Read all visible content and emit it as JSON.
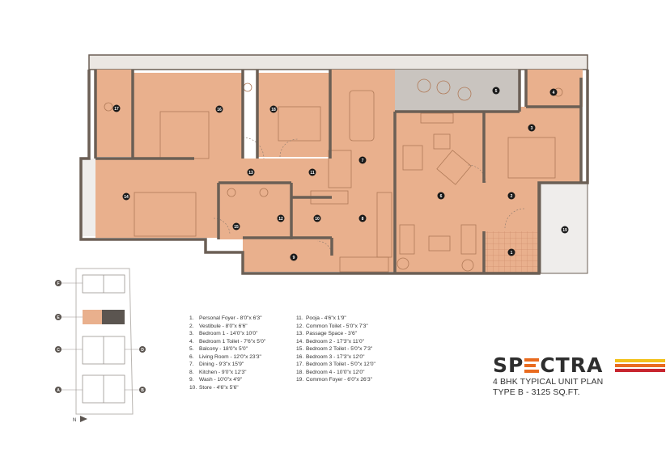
{
  "plan": {
    "room_markers": [
      "1",
      "2",
      "3",
      "4",
      "5",
      "6",
      "7",
      "8",
      "9",
      "10",
      "11",
      "12",
      "13",
      "14",
      "15",
      "16",
      "17",
      "18",
      "19"
    ]
  },
  "legend": {
    "items": [
      {
        "n": "1.",
        "text": "Personal Foyer - 8'0\"x 6'3\""
      },
      {
        "n": "2.",
        "text": "Vestibule - 8'0\"x 6'6\""
      },
      {
        "n": "3.",
        "text": "Bedroom 1 - 14'0\"x 10'0\""
      },
      {
        "n": "4.",
        "text": "Bedroom 1 Toilet - 7'6\"x 5'0\""
      },
      {
        "n": "5.",
        "text": "Balcony - 18'0\"x 5'0\""
      },
      {
        "n": "6.",
        "text": "Living Room - 12'0\"x 23'3\""
      },
      {
        "n": "7.",
        "text": "Dining - 9'3\"x 15'9\""
      },
      {
        "n": "8.",
        "text": "Kitchen - 9'0\"x 12'3\""
      },
      {
        "n": "9.",
        "text": "Wash - 10'0\"x 4'9\""
      },
      {
        "n": "10.",
        "text": "Store - 4'6\"x 5'6\""
      },
      {
        "n": "11.",
        "text": "Pooja - 4'6\"x 1'9\""
      },
      {
        "n": "12.",
        "text": "Common Toilet - 5'0\"x 7'3\""
      },
      {
        "n": "13.",
        "text": "Passage Space - 3'6\""
      },
      {
        "n": "14.",
        "text": "Bedroom 2 - 17'3\"x 11'0\""
      },
      {
        "n": "15.",
        "text": "Bedroom 2 Toilet - 5'0\"x 7'3\""
      },
      {
        "n": "16.",
        "text": "Bedroom 3 - 17'3\"x 12'0\""
      },
      {
        "n": "17.",
        "text": "Bedroom 3 Toilet - 5'0\"x 12'0\""
      },
      {
        "n": "18.",
        "text": "Bedroom 4 - 10'0\"x 12'0\""
      },
      {
        "n": "19.",
        "text": "Common Foyer - 6'0\"x 26'3\""
      }
    ]
  },
  "key_plan": {
    "labels": [
      "F",
      "E",
      "C",
      "D",
      "A",
      "B"
    ],
    "north_label": "N"
  },
  "brand": {
    "logo_before": "SP",
    "logo_after": "CTRA",
    "line1": "4 BHK TYPICAL UNIT PLAN",
    "line2": "TYPE B - 3125 SQ.FT."
  },
  "colors": {
    "room_fill": "#e9b08d",
    "wall": "#6b5f55",
    "balcony": "#c9c4bf",
    "foyer_grid": "#e3a07c",
    "stripe_1": "#f2c21b",
    "stripe_2": "#e96b1f",
    "stripe_3": "#c7252f"
  }
}
